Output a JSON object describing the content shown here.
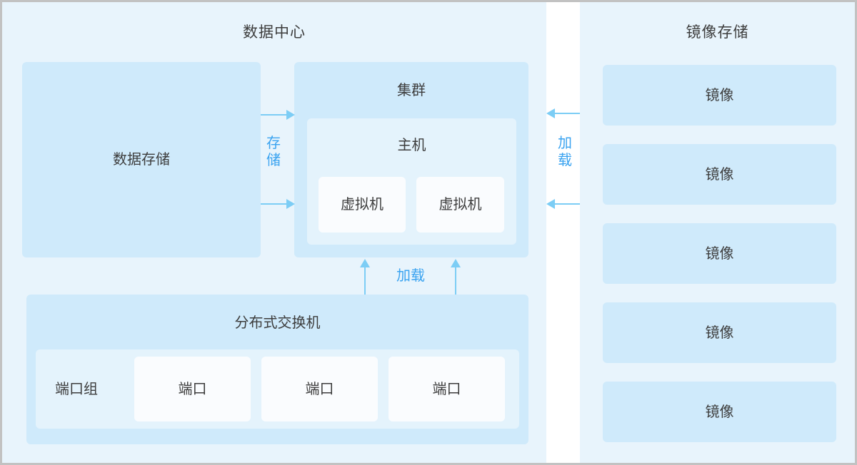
{
  "colors": {
    "canvas": "#ffffff",
    "panel_bg": "#e8f4fc",
    "box_medium": "#cfeafb",
    "box_light": "#e4f3fc",
    "box_white": "#fafcfe",
    "accent": "#3aa3f0",
    "arrow": "#7ccdf5",
    "text": "#3d3d3d",
    "frame_border": "#c2c2c2"
  },
  "datacenter": {
    "title": "数据中心",
    "data_storage": {
      "label": "数据存储"
    },
    "cluster": {
      "label": "集群",
      "host": {
        "label": "主机",
        "vms": [
          {
            "label": "虚拟机"
          },
          {
            "label": "虚拟机"
          }
        ]
      }
    },
    "switch": {
      "label": "分布式交换机",
      "port_group": {
        "label": "端口组",
        "ports": [
          {
            "label": "端口"
          },
          {
            "label": "端口"
          },
          {
            "label": "端口"
          }
        ]
      }
    }
  },
  "image_store": {
    "title": "镜像存储",
    "images": [
      {
        "label": "镜像"
      },
      {
        "label": "镜像"
      },
      {
        "label": "镜像"
      },
      {
        "label": "镜像"
      },
      {
        "label": "镜像"
      }
    ]
  },
  "connections": {
    "storage_label": "存储",
    "load_bottom_label": "加载",
    "image_load_label": "加载"
  }
}
